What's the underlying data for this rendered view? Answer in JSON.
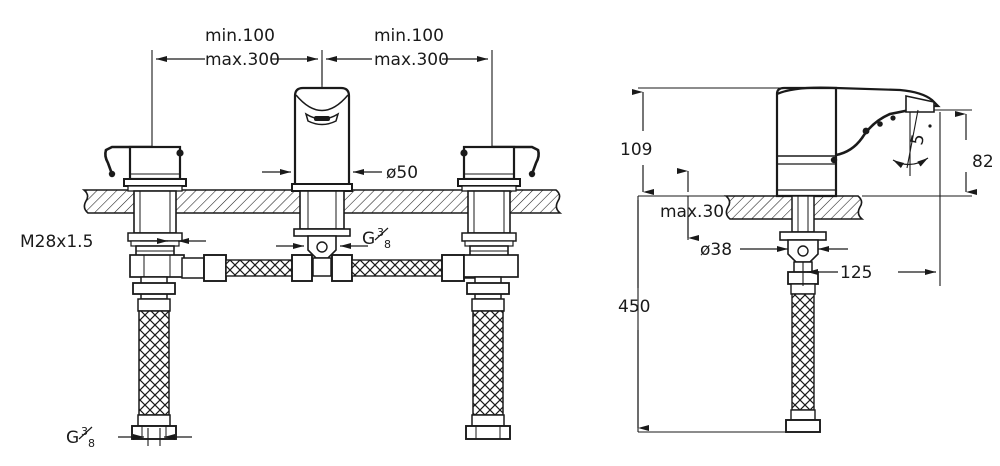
{
  "drawing": {
    "type": "technical-dimension-drawing",
    "subject": "3-hole basin mixer tap (widespread faucet) installation diagram",
    "background_color": "#ffffff",
    "line_color": "#1a1a1a",
    "views": [
      {
        "id": "front-view",
        "label": "",
        "position": "left"
      },
      {
        "id": "side-view",
        "label": "",
        "position": "right"
      }
    ]
  },
  "dimensions": {
    "front": {
      "spacing_left_min": "min.100",
      "spacing_left_max": "max.300",
      "spacing_right_min": "min.100",
      "spacing_right_max": "max.300",
      "spout_diameter": "ø50",
      "thread_shank": "M28x1.5",
      "supply_thread_center": "G",
      "supply_thread_center_num": "3",
      "supply_thread_center_den": "8",
      "supply_thread_bottom": "G",
      "supply_thread_bottom_num": "3",
      "supply_thread_bottom_den": "8"
    },
    "side": {
      "spout_height": "109",
      "spout_reach_height": "82",
      "counter_thickness": "max.30",
      "hole_diameter": "ø38",
      "projection": "125",
      "hose_length": "450",
      "aerator_angle": "5"
    }
  }
}
